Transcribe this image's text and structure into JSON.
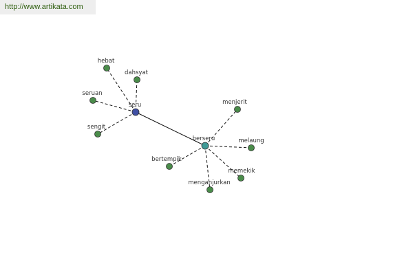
{
  "watermark": {
    "url_text": "http://www.artikata.com"
  },
  "colors": {
    "leaf_node": "#4a8c4a",
    "hub_node_seru": "#3f4fa3",
    "hub_node_berseru": "#3f9a96",
    "node_outline": "#333333",
    "edge": "#111111",
    "banner_background": "#eeeeee",
    "banner_text": "#2f5f0f"
  },
  "graph": {
    "nodes": [
      {
        "id": "seru",
        "label": "seru",
        "kind": "hub"
      },
      {
        "id": "berseru",
        "label": "berseru",
        "kind": "hub"
      },
      {
        "id": "hebat",
        "label": "hebat",
        "kind": "leaf"
      },
      {
        "id": "dahsyat",
        "label": "dahsyat",
        "kind": "leaf"
      },
      {
        "id": "seruan",
        "label": "seruan",
        "kind": "leaf"
      },
      {
        "id": "sengit",
        "label": "sengit",
        "kind": "leaf"
      },
      {
        "id": "menjerit",
        "label": "menjerit",
        "kind": "leaf"
      },
      {
        "id": "melaung",
        "label": "melaung",
        "kind": "leaf"
      },
      {
        "id": "memekik",
        "label": "memekik",
        "kind": "leaf"
      },
      {
        "id": "menganjurkan",
        "label": "menganjurkan",
        "kind": "leaf"
      },
      {
        "id": "bertempik",
        "label": "bertempik",
        "kind": "leaf"
      }
    ],
    "edges": [
      {
        "from": "seru",
        "to": "berseru",
        "style": "solid"
      },
      {
        "from": "seru",
        "to": "hebat",
        "style": "dashed"
      },
      {
        "from": "seru",
        "to": "dahsyat",
        "style": "dashed"
      },
      {
        "from": "seru",
        "to": "seruan",
        "style": "dashed"
      },
      {
        "from": "seru",
        "to": "sengit",
        "style": "dashed"
      },
      {
        "from": "berseru",
        "to": "menjerit",
        "style": "dashed"
      },
      {
        "from": "berseru",
        "to": "melaung",
        "style": "dashed"
      },
      {
        "from": "berseru",
        "to": "memekik",
        "style": "dashed"
      },
      {
        "from": "berseru",
        "to": "menganjurkan",
        "style": "dashed"
      },
      {
        "from": "berseru",
        "to": "bertempik",
        "style": "dashed"
      }
    ]
  }
}
